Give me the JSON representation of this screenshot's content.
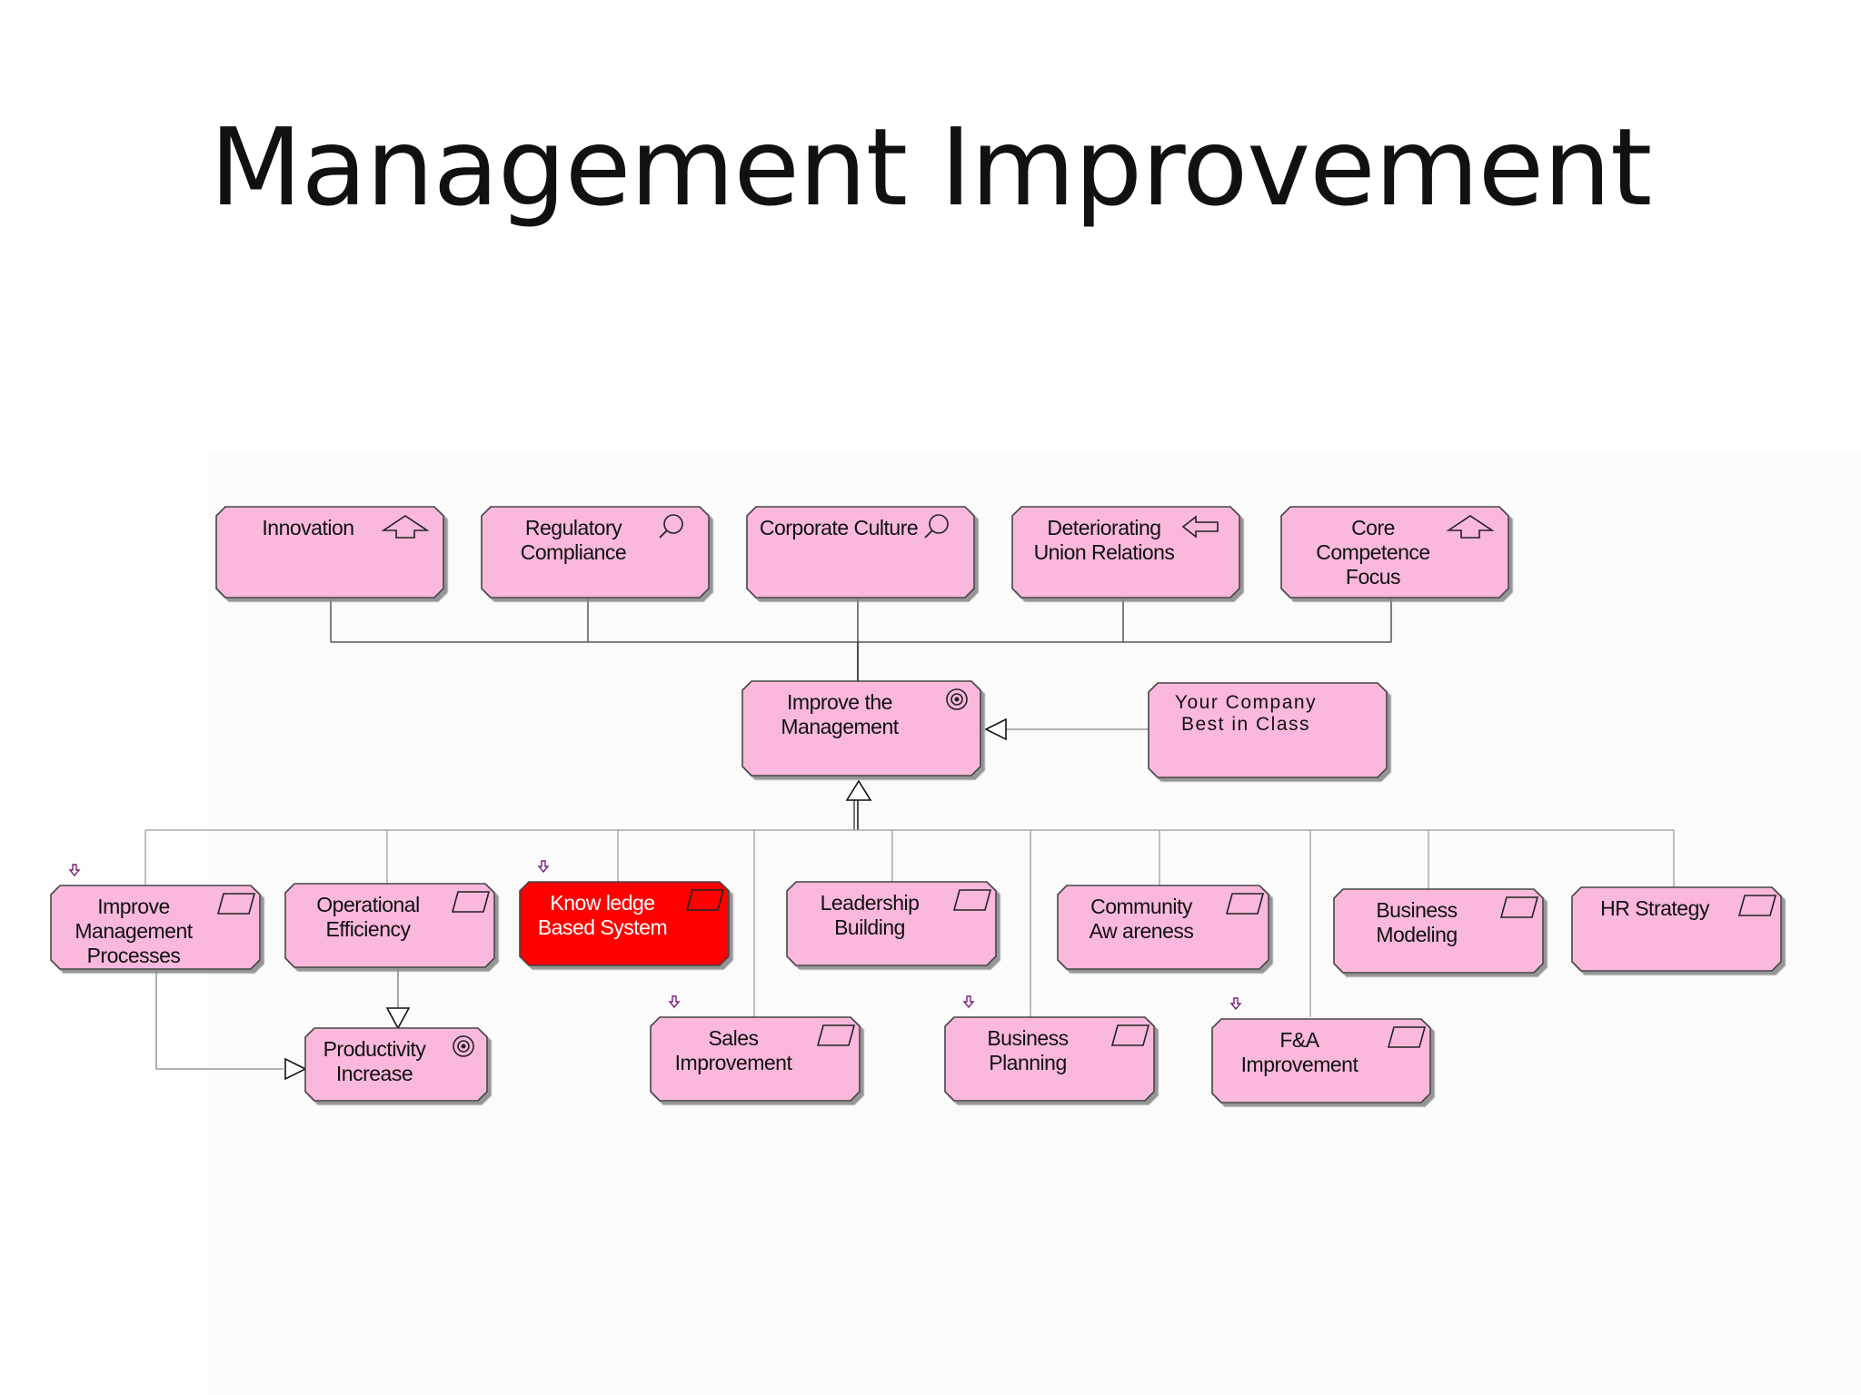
{
  "title": "Management Improvement",
  "colors": {
    "node_fill": "#f9b8dc",
    "node_highlight": "#ff0000",
    "node_stroke": "#444444",
    "connector": "#555555",
    "shadow": "#8a8a8a",
    "marker": "#7a1f7a"
  },
  "drivers": [
    {
      "label": "Innovation",
      "icon": "up-arrow-icon"
    },
    {
      "label": "Regulatory\nCompliance",
      "icon": "magnifier-icon"
    },
    {
      "label": "Corporate Culture",
      "icon": "magnifier-icon"
    },
    {
      "label": "Deteriorating\nUnion Relations",
      "icon": "left-arrow-icon"
    },
    {
      "label": "Core\nCompetence\nFocus",
      "icon": "up-arrow-icon"
    }
  ],
  "goal": {
    "label": "Improve the\nManagement",
    "icon": "target-icon"
  },
  "principle": {
    "label": "Your Company\nBest in Class"
  },
  "initiatives_top": [
    {
      "label": "Improve\nManagement\nProcesses",
      "icon": "parallelogram-icon",
      "marker": true,
      "highlight": false
    },
    {
      "label": "Operational\nEfficiency",
      "icon": "parallelogram-icon",
      "marker": false,
      "highlight": false
    },
    {
      "label": "Know ledge\nBased System",
      "icon": "parallelogram-icon",
      "marker": true,
      "highlight": true
    },
    {
      "label": "Leadership\nBuilding",
      "icon": "parallelogram-icon",
      "marker": false,
      "highlight": false
    },
    {
      "label": "Community\nAw areness",
      "icon": "parallelogram-icon",
      "marker": false,
      "highlight": false
    },
    {
      "label": "Business\nModeling",
      "icon": "parallelogram-icon",
      "marker": false,
      "highlight": false
    },
    {
      "label": "HR Strategy",
      "icon": "parallelogram-icon",
      "marker": false,
      "highlight": false
    }
  ],
  "initiatives_bottom": [
    {
      "label": "Productivity\nIncrease",
      "icon": "target-icon",
      "marker": false
    },
    {
      "label": "Sales\nImprovement",
      "icon": "parallelogram-icon",
      "marker": true
    },
    {
      "label": "Business\nPlanning",
      "icon": "parallelogram-icon",
      "marker": true
    },
    {
      "label": "F&A\nImprovement",
      "icon": "parallelogram-icon",
      "marker": true
    }
  ]
}
